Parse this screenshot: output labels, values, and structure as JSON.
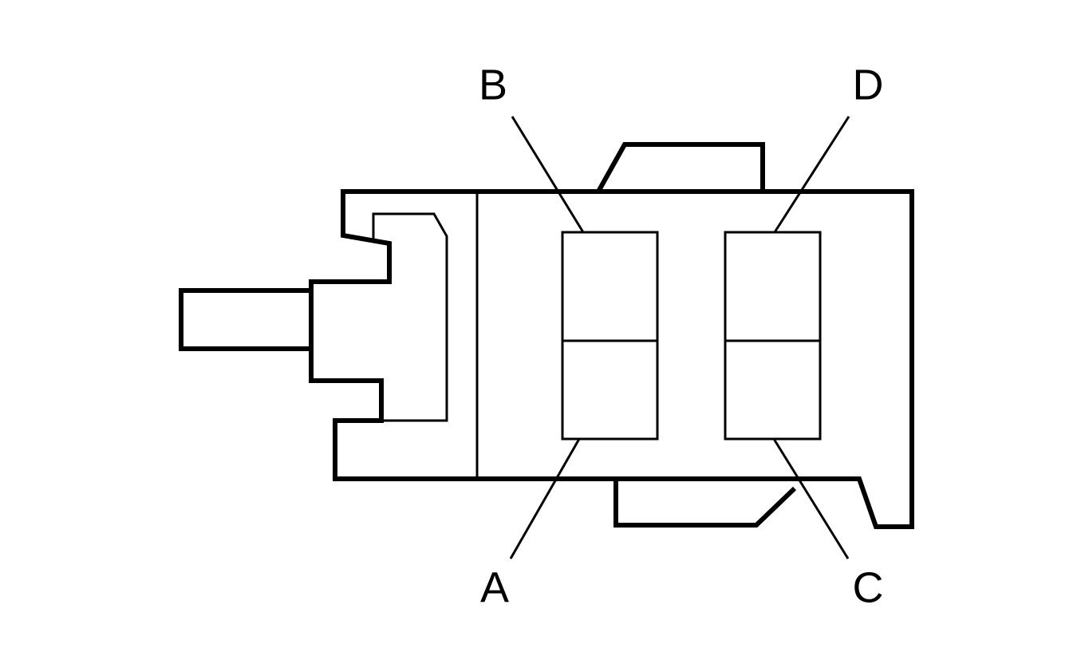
{
  "diagram": {
    "labels": {
      "a": "A",
      "b": "B",
      "c": "C",
      "d": "D"
    },
    "colors": {
      "stroke": "#000000",
      "background": "#ffffff"
    }
  }
}
